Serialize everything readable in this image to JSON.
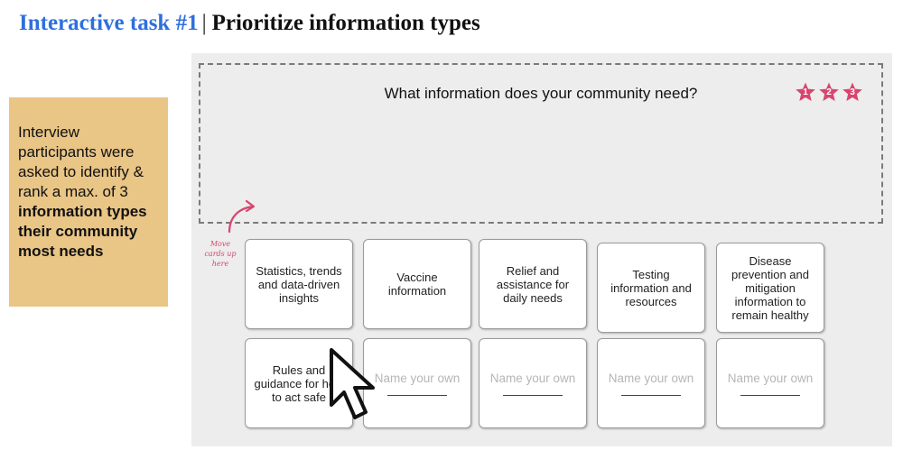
{
  "header": {
    "title_part1": "Interactive task #1",
    "separator": "|",
    "title_part2": "Prioritize information types"
  },
  "note": {
    "line_plain": "Interview participants were asked to identify & rank a max. of 3",
    "line_bold": "information types their community most needs"
  },
  "board": {
    "question": "What information does your community need?",
    "stars": [
      "1",
      "2",
      "3"
    ],
    "hint": "Move cards up here",
    "cards": [
      {
        "label": "Statistics, trends and data-driven insights"
      },
      {
        "label": "Vaccine information"
      },
      {
        "label": "Relief and assistance for daily needs"
      },
      {
        "label": "Testing information and resources"
      },
      {
        "label": "Disease prevention and mitigation information to remain healthy"
      },
      {
        "label": "Rules and guidance for how to act safe"
      },
      {
        "label": "Name your own"
      },
      {
        "label": "Name your own"
      },
      {
        "label": "Name your own"
      },
      {
        "label": "Name your own"
      }
    ]
  },
  "colors": {
    "title_blue": "#2f6fdc",
    "note_bg": "#e9c586",
    "accent_pink": "#d8456e"
  }
}
